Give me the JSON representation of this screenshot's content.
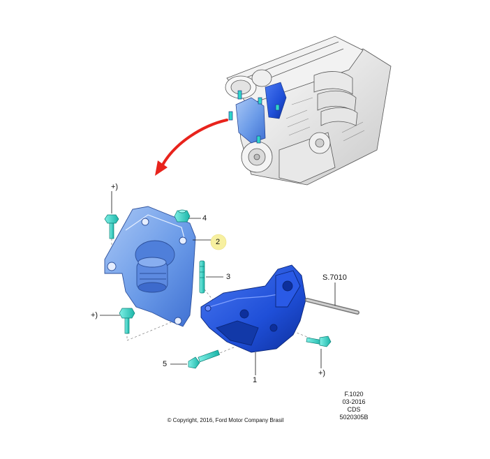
{
  "callouts": {
    "c1": "1",
    "c2": "2",
    "c3": "3",
    "c4": "4",
    "c5": "5",
    "s7010": "S.7010",
    "plus_top": "+)",
    "plus_left": "+)",
    "plus_right": "+)"
  },
  "metadata": {
    "figure": "F.1020",
    "date": "03-2016",
    "system": "CDS",
    "ref": "5020305B"
  },
  "copyright": "© Copyright, 2016, Ford Motor Company Brasil",
  "colors": {
    "mount_light": "#6b9be8",
    "mount_dark": "#1f4fd8",
    "fastener": "#2fd6c8",
    "arrow": "#e8231c",
    "highlight": "#f7f0a0"
  }
}
